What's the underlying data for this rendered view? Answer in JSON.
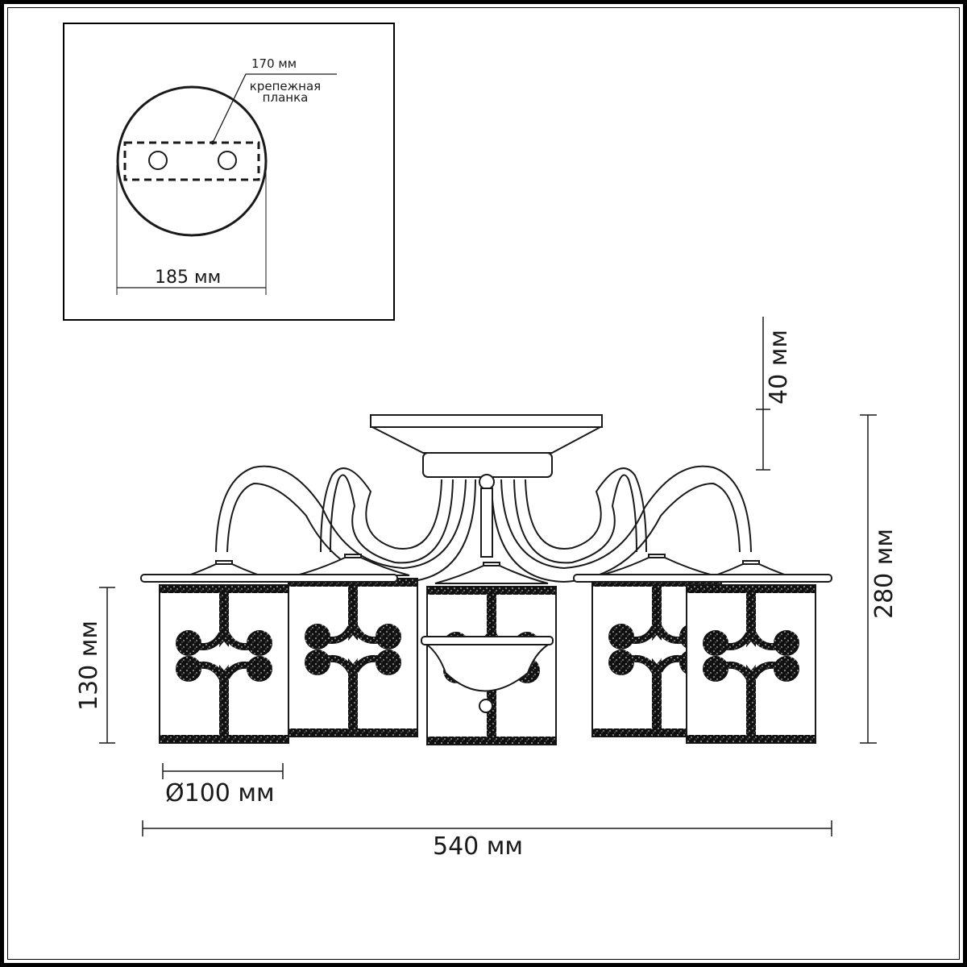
{
  "mount_diagram": {
    "bracket_length": "170 мм",
    "bracket_label_line1": "крепежная",
    "bracket_label_line2": "планка",
    "canopy_diameter": "185 мм"
  },
  "front_view": {
    "canopy_height": "40 мм",
    "total_height": "280 мм",
    "shade_height": "130 мм",
    "shade_diameter": "Ø100 мм",
    "total_width": "540 мм",
    "lantern_count": 5
  },
  "colors": {
    "line": "#1a1a1a",
    "fill": "#ffffff",
    "frame": "#000000"
  }
}
